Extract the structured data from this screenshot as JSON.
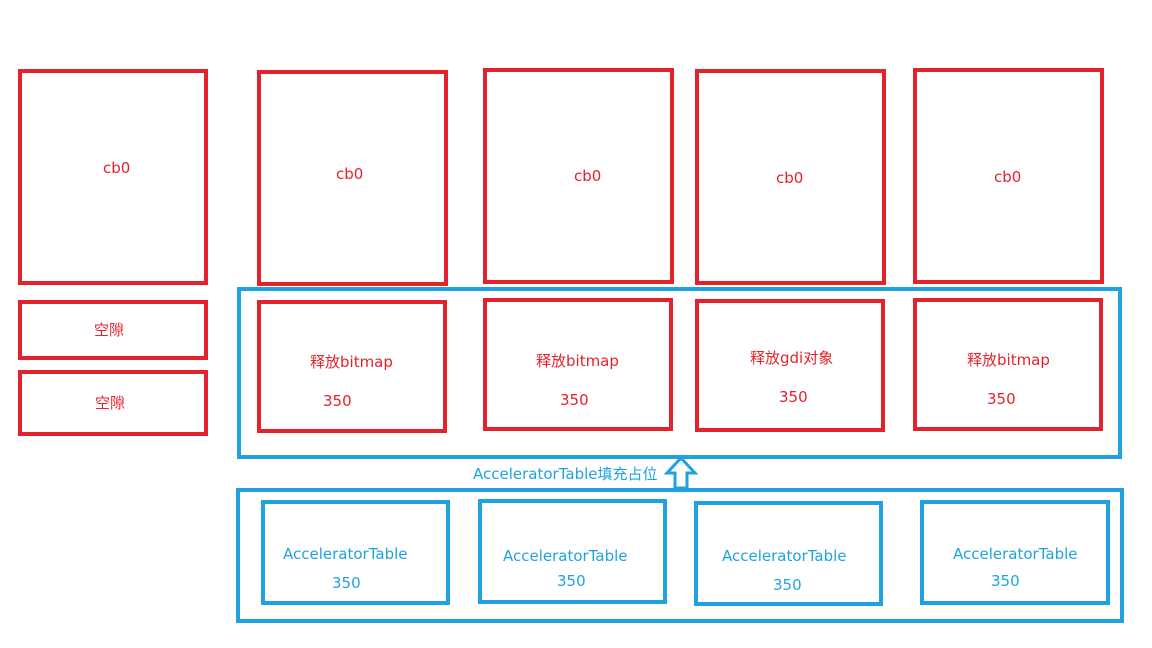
{
  "colors": {
    "red": "#e3222b",
    "blue": "#1fa3e0"
  },
  "top_row": [
    {
      "label": "cb0"
    },
    {
      "label": "cb0"
    },
    {
      "label": "cb0"
    },
    {
      "label": "cb0"
    },
    {
      "label": "cb0"
    }
  ],
  "gaps": [
    {
      "label": "空隙"
    },
    {
      "label": "空隙"
    }
  ],
  "freed_row": [
    {
      "label": "释放bitmap",
      "size": "350"
    },
    {
      "label": "释放bitmap",
      "size": "350"
    },
    {
      "label": "释放gdi对象",
      "size": "350"
    },
    {
      "label": "释放bitmap",
      "size": "350"
    }
  ],
  "arrow_label": "AcceleratorTable填充占位",
  "accel_row": [
    {
      "label": "AcceleratorTable",
      "size": "350"
    },
    {
      "label": "AcceleratorTable",
      "size": "350"
    },
    {
      "label": "AcceleratorTable",
      "size": "350"
    },
    {
      "label": "AcceleratorTable",
      "size": "350"
    }
  ]
}
